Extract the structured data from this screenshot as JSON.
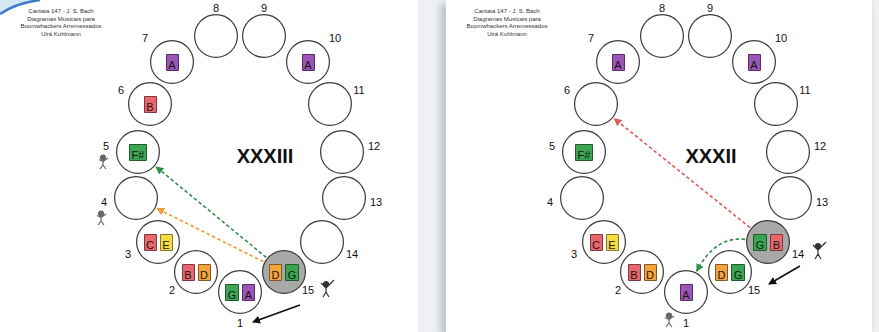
{
  "diagram": {
    "nodes": [
      {
        "text": [
          "Cantata 147 - J. S. Bach Diagramas Musicais para Boomwhackers Arremessados Uirá Kuhlmann",
          "XXXIII"
        ]
      },
      {
        "text": [
          "1"
        ],
        "in": 0
      },
      {
        "text": [
          "G"
        ],
        "in": 1
      },
      {
        "text": [
          "A"
        ],
        "in": 1
      },
      {
        "text": [
          "2"
        ],
        "in": 0
      },
      {
        "text": [
          "B"
        ],
        "in": 4
      },
      {
        "text": [
          "D"
        ],
        "in": 4
      },
      {
        "text": [
          "3"
        ],
        "in": 0
      },
      {
        "text": [
          "C"
        ],
        "in": 7
      },
      {
        "text": [
          "E"
        ],
        "in": 7
      },
      {
        "text": [
          "4"
        ],
        "in": 0
      },
      {
        "text": [
          "5"
        ],
        "in": 0
      },
      {
        "text": [
          "F#"
        ],
        "in": 11
      },
      {
        "text": [
          "6"
        ],
        "in": 0
      },
      {
        "text": [
          "B"
        ],
        "in": 13
      },
      {
        "text": [
          "7"
        ],
        "in": 0
      },
      {
        "text": [
          "A"
        ],
        "in": 15
      },
      {
        "text": [
          "8"
        ],
        "in": 0
      },
      {
        "text": [
          "9"
        ],
        "in": 0
      },
      {
        "text": [
          "10"
        ],
        "in": 0
      },
      {
        "text": [
          "A"
        ],
        "in": 19
      },
      {
        "text": [
          "11"
        ],
        "in": 0
      },
      {
        "text": [
          "12"
        ],
        "in": 0
      },
      {
        "text": [
          "13"
        ],
        "in": 0
      },
      {
        "text": [
          "14"
        ],
        "in": 0
      },
      {
        "text": [
          "15"
        ],
        "in": 0
      },
      {
        "text": [
          "D"
        ],
        "in": 25
      },
      {
        "text": [
          "G"
        ],
        "in": 25
      },
      {
        "text": [
          "Cantata 147 - J. S. Bach Diagramas Musicais para Boomwhackers Arremessados Uirá Kuhlmann",
          "XXXII"
        ]
      },
      {
        "text": [
          "1"
        ],
        "in": 28
      },
      {
        "text": [
          "A"
        ],
        "in": 29
      },
      {
        "text": [
          "2"
        ],
        "in": 28
      },
      {
        "text": [
          "B"
        ],
        "in": 31
      },
      {
        "text": [
          "D"
        ],
        "in": 31
      },
      {
        "text": [
          "3"
        ],
        "in": 28
      },
      {
        "text": [
          "C"
        ],
        "in": 34
      },
      {
        "text": [
          "E"
        ],
        "in": 34
      },
      {
        "text": [
          "4"
        ],
        "in": 28
      },
      {
        "text": [
          "5"
        ],
        "in": 28
      },
      {
        "text": [
          "F#"
        ],
        "in": 38
      },
      {
        "text": [
          "6"
        ],
        "in": 28
      },
      {
        "text": [
          "7"
        ],
        "in": 28
      },
      {
        "text": [
          "A"
        ],
        "in": 41
      },
      {
        "text": [
          "8"
        ],
        "in": 28
      },
      {
        "text": [
          "9"
        ],
        "in": 28
      },
      {
        "text": [
          "10"
        ],
        "in": 28
      },
      {
        "text": [
          "A"
        ],
        "in": 45
      },
      {
        "text": [
          "11"
        ],
        "in": 28
      },
      {
        "text": [
          "12"
        ],
        "in": 28
      },
      {
        "text": [
          "13"
        ],
        "in": 28
      },
      {
        "text": [
          "14"
        ],
        "in": 28
      },
      {
        "text": [
          "G"
        ],
        "in": 50
      },
      {
        "text": [
          "B"
        ],
        "in": 50
      },
      {
        "text": [
          "15"
        ],
        "in": 28
      },
      {
        "text": [
          "D"
        ],
        "in": 53
      },
      {
        "text": [
          "G"
        ],
        "in": 53
      }
    ],
    "edges": [
      {
        "from": 25,
        "to": 11,
        "arrow": "to"
      },
      {
        "from": 25,
        "to": 10,
        "arrow": "to"
      },
      {
        "from": 50,
        "to": 40,
        "arrow": "to"
      },
      {
        "from": 50,
        "to": 29,
        "arrow": "to"
      }
    ]
  }
}
